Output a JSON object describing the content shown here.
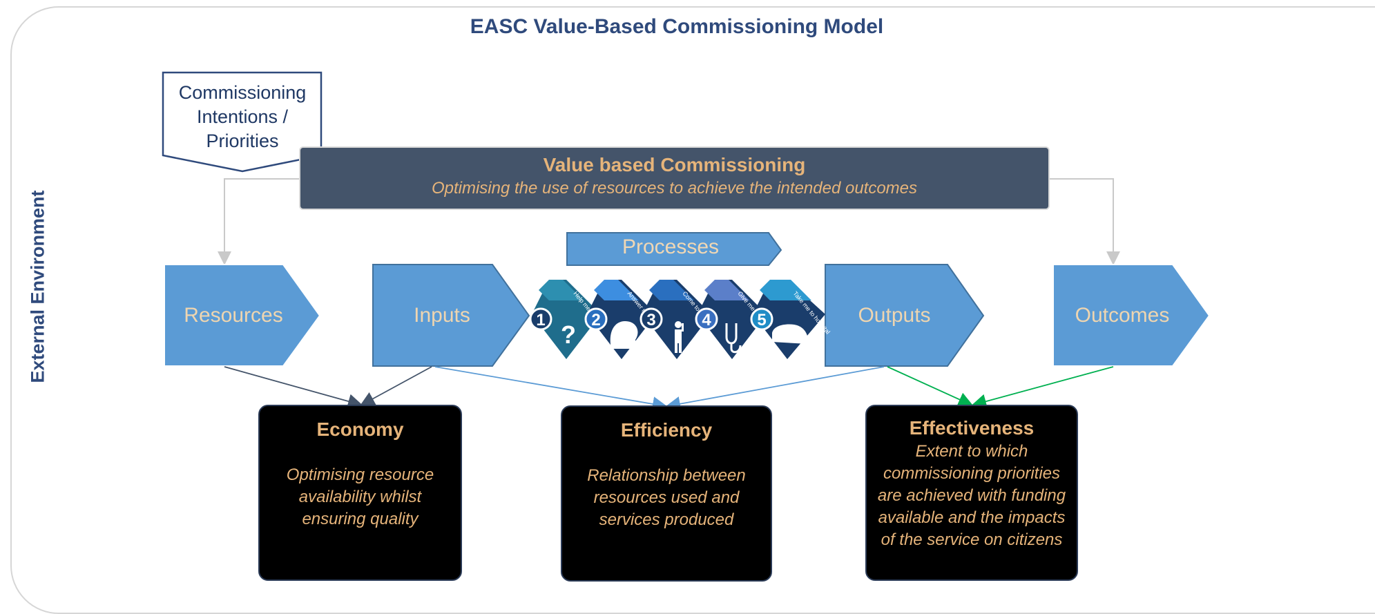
{
  "title": "EASC Value-Based Commissioning Model",
  "side_label": "External Environment",
  "intentions": {
    "label": "Commissioning Intentions / Priorities"
  },
  "value_based": {
    "title": "Value based Commissioning",
    "subtitle": "Optimising the use of resources to achieve the intended outcomes"
  },
  "processes_label": "Processes",
  "stages": [
    "Resources",
    "Inputs",
    "Outputs",
    "Outcomes"
  ],
  "process_steps": [
    {
      "number": "1",
      "label": "Help me to choose",
      "icon": "question-icon"
    },
    {
      "number": "2",
      "label": "Answer my call",
      "icon": "head-icon"
    },
    {
      "number": "3",
      "label": "Come to see me",
      "icon": "person-icon"
    },
    {
      "number": "4",
      "label": "Give me treatment",
      "icon": "stethoscope-icon"
    },
    {
      "number": "5",
      "label": "Take me to hospital",
      "icon": "ambulance-icon"
    }
  ],
  "measures": [
    {
      "title": "Economy",
      "body": "Optimising resource availability whilst ensuring quality"
    },
    {
      "title": "Efficiency",
      "body": "Relationship between resources used and services produced"
    },
    {
      "title": "Effectiveness",
      "body": "Extent to which commissioning priorities are achieved with funding available and the impacts of the service on citizens"
    }
  ],
  "colors": {
    "title": "#2f4a7c",
    "chevron_fill": "#5b9bd5",
    "banner": "#44546a",
    "measure_text": "#e6b47a",
    "economy_arrow": "#44546a",
    "efficiency_arrow": "#5b9bd5",
    "effectiveness_arrow": "#00b050"
  }
}
